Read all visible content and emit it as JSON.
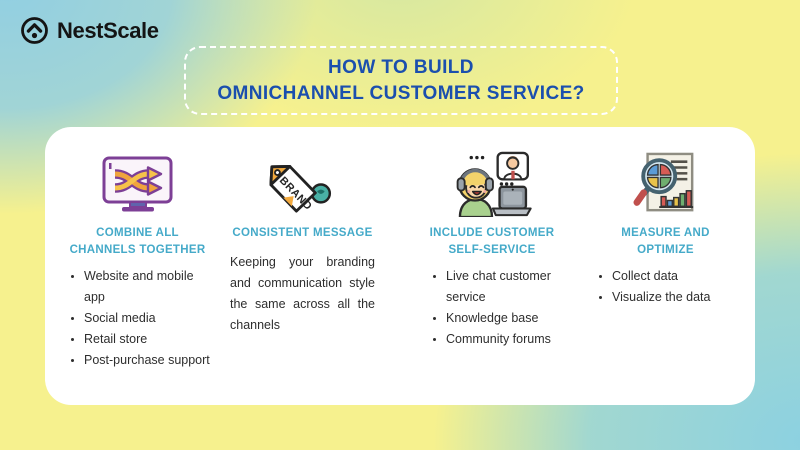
{
  "brand": {
    "name": "NestScale",
    "logo_icon": "nestscale-logo-icon"
  },
  "title": {
    "line1": "HOW TO BUILD",
    "line2": "OMNICHANNEL CUSTOMER SERVICE?"
  },
  "colors": {
    "title_blue": "#1b4fae",
    "heading_teal": "#45aac9",
    "body_text": "#2e2e2e",
    "background_yellow": "#f6f18e",
    "background_blue": "#8fd0e2",
    "card_white": "#ffffff"
  },
  "columns": [
    {
      "icon": "shuffle-channels-monitor-icon",
      "heading": "COMBINE ALL CHANNELS TOGETHER",
      "bullets": [
        "Website and mobile app",
        "Social media",
        "Retail store",
        "Post-purchase support"
      ]
    },
    {
      "icon": "brand-tag-icon",
      "icon_text": "BRAND",
      "heading": "CONSISTENT MESSAGE",
      "paragraph": "Keeping your branding and communication style the same across all the channels"
    },
    {
      "icon": "customer-support-agent-icon",
      "heading": "INCLUDE CUSTOMER SELF-SERVICE",
      "bullets": [
        "Live chat customer service",
        "Knowledge base",
        "Community forums"
      ]
    },
    {
      "icon": "analytics-magnifier-icon",
      "heading": "MEASURE AND OPTIMIZE",
      "bullets": [
        "Collect data",
        "Visualize the data"
      ]
    }
  ]
}
